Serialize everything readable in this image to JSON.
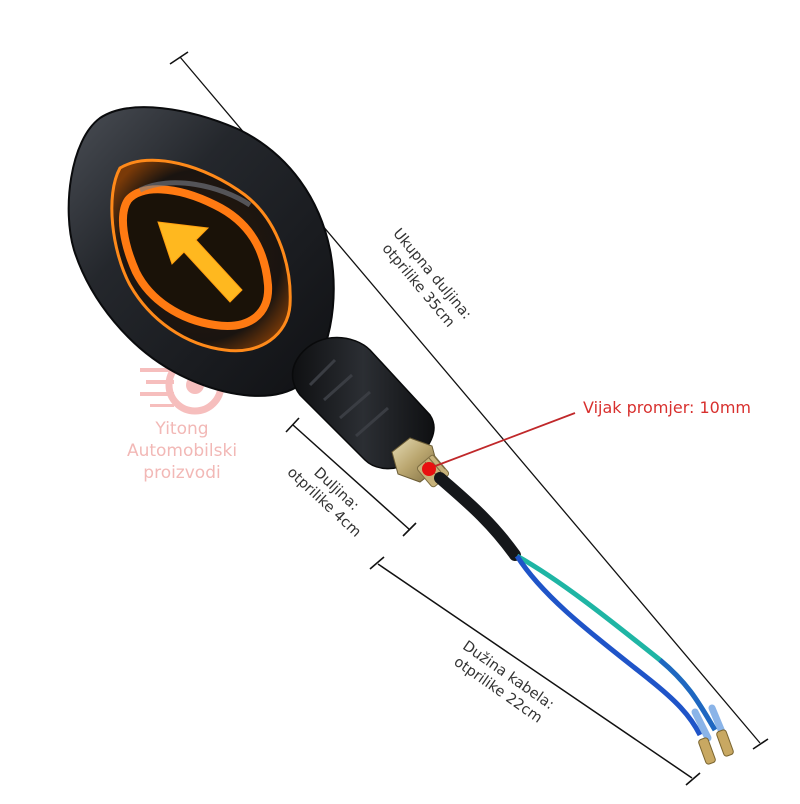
{
  "product": {
    "name": "Motorcycle turn signal indicator",
    "arrow_direction": "up-left",
    "colors": {
      "housing": "#1e2023",
      "lens_glow": "#ff8a1a",
      "arrow": "#ffb81f",
      "nut": "#c9b98a",
      "cable_sheath": "#15171a",
      "wire_green": "#1fb5a4",
      "wire_blue": "#1f54c8",
      "terminal": "#c8a862",
      "callout": "#d8302e",
      "dimension_line": "#111111"
    }
  },
  "dimensions": {
    "total_length": {
      "line1": "Ukupna duljina:",
      "line2": "otprilike 35cm"
    },
    "stem_length": {
      "line1": "Duljina:",
      "line2": "otprilike 4cm"
    },
    "cable_length": {
      "line1": "Dužina kabela:",
      "line2": "otprilike 22cm"
    }
  },
  "callout": {
    "screw_diameter": "Vijak promjer: 10mm"
  },
  "watermark": {
    "line1": "Yitong",
    "line2": "Automobilski",
    "line3": "proizvodi"
  }
}
